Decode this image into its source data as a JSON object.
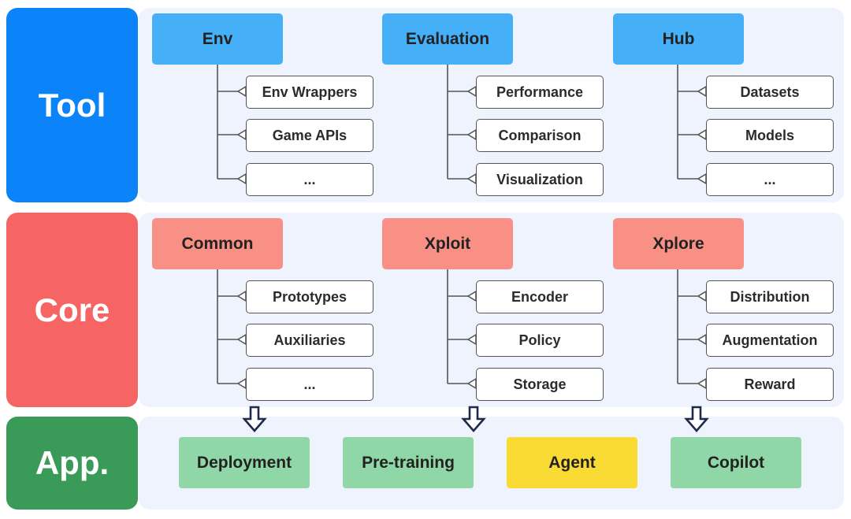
{
  "colors": {
    "tool": "#0a84f8",
    "core": "#f76464",
    "app": "#3a9b59",
    "tool_header": "#45b0f7",
    "core_header": "#f99086",
    "app_box": "#8fd7a6",
    "agent_box": "#fadb33",
    "panel": "#eef3fd"
  },
  "layers": {
    "tool": {
      "label": "Tool",
      "modules": [
        {
          "title": "Env",
          "items": [
            "Env Wrappers",
            "Game APIs",
            "..."
          ]
        },
        {
          "title": "Evaluation",
          "items": [
            "Performance",
            "Comparison",
            "Visualization"
          ]
        },
        {
          "title": "Hub",
          "items": [
            "Datasets",
            "Models",
            "..."
          ]
        }
      ]
    },
    "core": {
      "label": "Core",
      "modules": [
        {
          "title": "Common",
          "items": [
            "Prototypes",
            "Auxiliaries",
            "..."
          ]
        },
        {
          "title": "Xploit",
          "items": [
            "Encoder",
            "Policy",
            "Storage"
          ]
        },
        {
          "title": "Xplore",
          "items": [
            "Distribution",
            "Augmentation",
            "Reward"
          ]
        }
      ]
    },
    "app": {
      "label": "App.",
      "items": [
        "Deployment",
        "Pre-training",
        "Agent",
        "Copilot"
      ]
    }
  },
  "icons": {
    "flow_arrow": "hollow-down-arrow-icon",
    "connector_tip": "chevron-left-icon"
  }
}
